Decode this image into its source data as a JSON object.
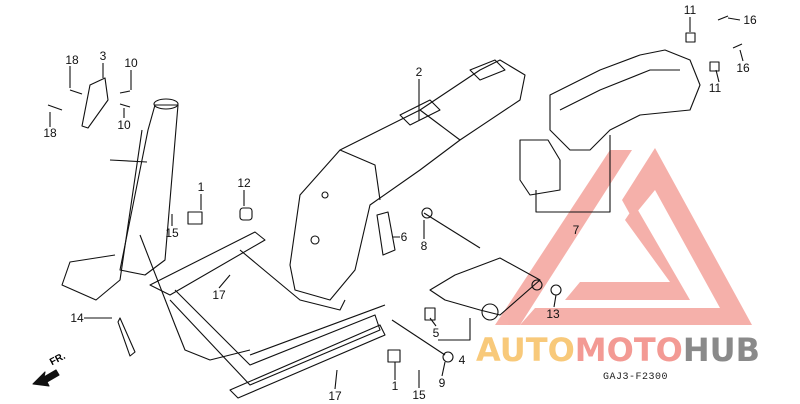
{
  "diagram": {
    "callouts": [
      "11",
      "16",
      "16",
      "11",
      "18",
      "3",
      "10",
      "10",
      "18",
      "2",
      "1",
      "12",
      "15",
      "6",
      "8",
      "17",
      "14",
      "5",
      "4",
      "13",
      "7",
      "17",
      "1",
      "15",
      "9"
    ],
    "direction_label": "FR.",
    "part_code": "GAJ3-F2300"
  },
  "watermark": {
    "part1": "AUTO",
    "part2": "MOTO",
    "part3": "HUB",
    "colors": {
      "auto": "#f8c97a",
      "moto": "#f39a94",
      "hub": "#8a8a8a",
      "triangle": "#f4a39c"
    }
  }
}
